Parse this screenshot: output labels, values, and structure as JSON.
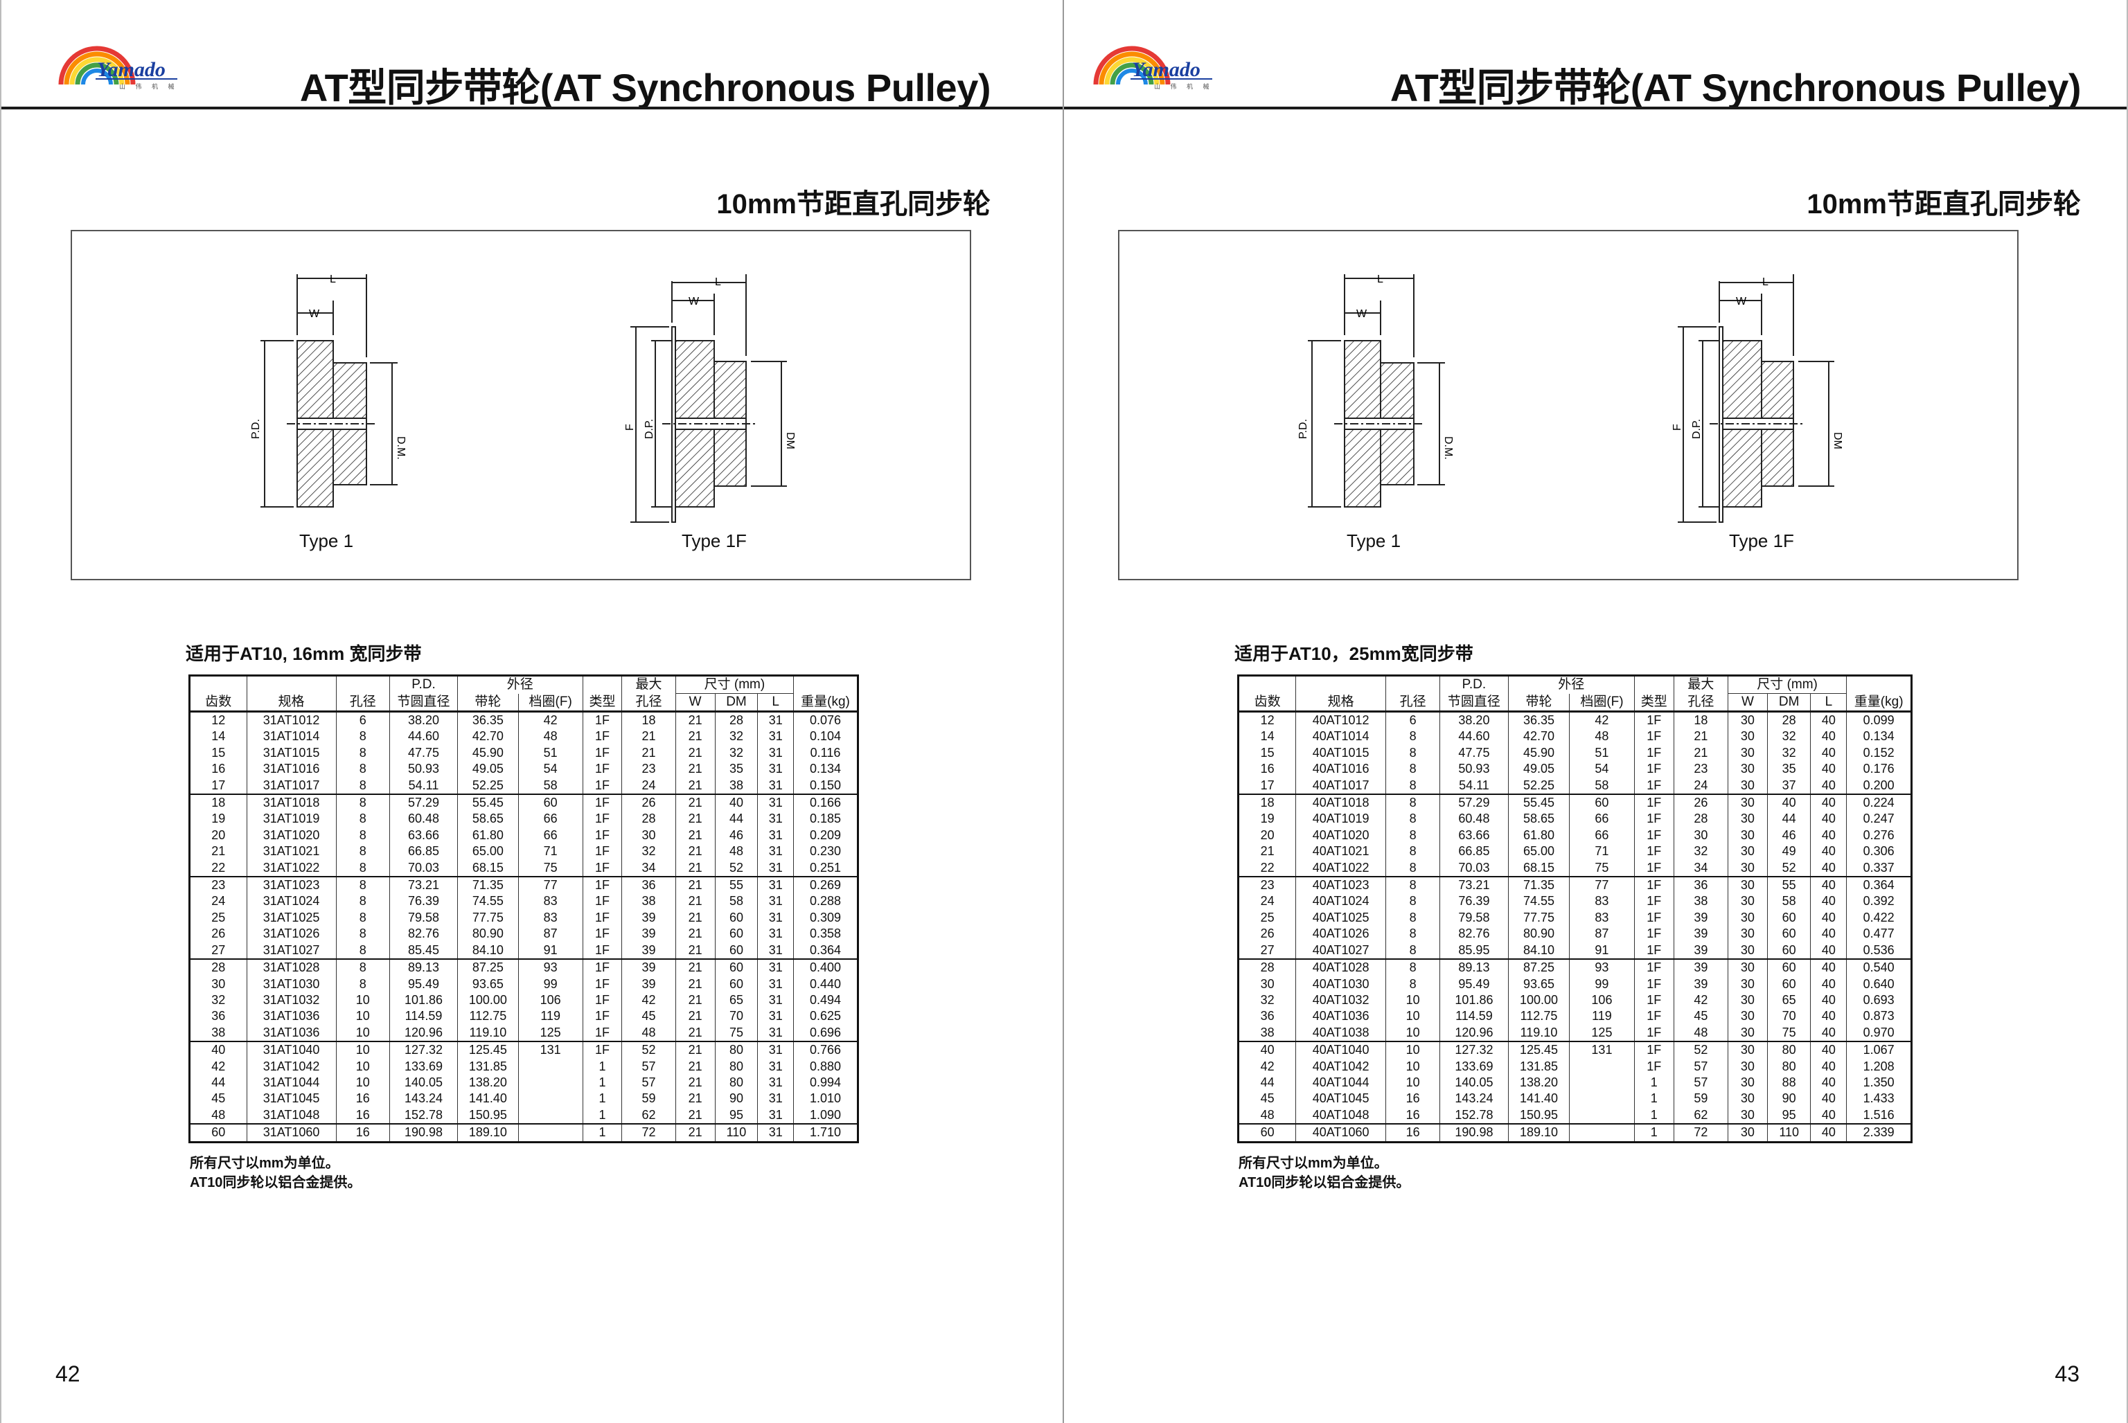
{
  "brand": {
    "name": "Yamado",
    "sub": "山 伟 机 械"
  },
  "pages": [
    {
      "number": "42",
      "title": "AT型同步带轮(AT Synchronous Pulley)",
      "subtitle": "10mm节距直孔同步轮",
      "diagram": {
        "type1": "Type 1",
        "type1f": "Type 1F",
        "dims": {
          "L": "L",
          "W": "W",
          "PD": "P.D.",
          "DM": "D.M.",
          "F": "F",
          "DP": "D.P.",
          "DM2": "DM"
        }
      },
      "table_title": "适用于AT10, 16mm 宽同步带",
      "headers": {
        "top": {
          "pd": "P.D.",
          "od": "外径",
          "max": "最大",
          "size": "尺寸 (mm)"
        },
        "bottom": {
          "teeth": "齿数",
          "model": "规格",
          "bore": "孔径",
          "pd": "节圆直径",
          "belt": "带轮",
          "flange": "档圈(F)",
          "type": "类型",
          "maxbore": "孔径",
          "w": "W",
          "dm": "DM",
          "l": "L",
          "weight": "重量(kg)"
        }
      },
      "rows": [
        [
          "12",
          "31AT1012",
          "6",
          "38.20",
          "36.35",
          "42",
          "1F",
          "18",
          "21",
          "28",
          "31",
          "0.076"
        ],
        [
          "14",
          "31AT1014",
          "8",
          "44.60",
          "42.70",
          "48",
          "1F",
          "21",
          "21",
          "32",
          "31",
          "0.104"
        ],
        [
          "15",
          "31AT1015",
          "8",
          "47.75",
          "45.90",
          "51",
          "1F",
          "21",
          "21",
          "32",
          "31",
          "0.116"
        ],
        [
          "16",
          "31AT1016",
          "8",
          "50.93",
          "49.05",
          "54",
          "1F",
          "23",
          "21",
          "35",
          "31",
          "0.134"
        ],
        [
          "17",
          "31AT1017",
          "8",
          "54.11",
          "52.25",
          "58",
          "1F",
          "24",
          "21",
          "38",
          "31",
          "0.150"
        ],
        [
          "18",
          "31AT1018",
          "8",
          "57.29",
          "55.45",
          "60",
          "1F",
          "26",
          "21",
          "40",
          "31",
          "0.166"
        ],
        [
          "19",
          "31AT1019",
          "8",
          "60.48",
          "58.65",
          "66",
          "1F",
          "28",
          "21",
          "44",
          "31",
          "0.185"
        ],
        [
          "20",
          "31AT1020",
          "8",
          "63.66",
          "61.80",
          "66",
          "1F",
          "30",
          "21",
          "46",
          "31",
          "0.209"
        ],
        [
          "21",
          "31AT1021",
          "8",
          "66.85",
          "65.00",
          "71",
          "1F",
          "32",
          "21",
          "48",
          "31",
          "0.230"
        ],
        [
          "22",
          "31AT1022",
          "8",
          "70.03",
          "68.15",
          "75",
          "1F",
          "34",
          "21",
          "52",
          "31",
          "0.251"
        ],
        [
          "23",
          "31AT1023",
          "8",
          "73.21",
          "71.35",
          "77",
          "1F",
          "36",
          "21",
          "55",
          "31",
          "0.269"
        ],
        [
          "24",
          "31AT1024",
          "8",
          "76.39",
          "74.55",
          "83",
          "1F",
          "38",
          "21",
          "58",
          "31",
          "0.288"
        ],
        [
          "25",
          "31AT1025",
          "8",
          "79.58",
          "77.75",
          "83",
          "1F",
          "39",
          "21",
          "60",
          "31",
          "0.309"
        ],
        [
          "26",
          "31AT1026",
          "8",
          "82.76",
          "80.90",
          "87",
          "1F",
          "39",
          "21",
          "60",
          "31",
          "0.358"
        ],
        [
          "27",
          "31AT1027",
          "8",
          "85.45",
          "84.10",
          "91",
          "1F",
          "39",
          "21",
          "60",
          "31",
          "0.364"
        ],
        [
          "28",
          "31AT1028",
          "8",
          "89.13",
          "87.25",
          "93",
          "1F",
          "39",
          "21",
          "60",
          "31",
          "0.400"
        ],
        [
          "30",
          "31AT1030",
          "8",
          "95.49",
          "93.65",
          "99",
          "1F",
          "39",
          "21",
          "60",
          "31",
          "0.440"
        ],
        [
          "32",
          "31AT1032",
          "10",
          "101.86",
          "100.00",
          "106",
          "1F",
          "42",
          "21",
          "65",
          "31",
          "0.494"
        ],
        [
          "36",
          "31AT1036",
          "10",
          "114.59",
          "112.75",
          "119",
          "1F",
          "45",
          "21",
          "70",
          "31",
          "0.625"
        ],
        [
          "38",
          "31AT1036",
          "10",
          "120.96",
          "119.10",
          "125",
          "1F",
          "48",
          "21",
          "75",
          "31",
          "0.696"
        ],
        [
          "40",
          "31AT1040",
          "10",
          "127.32",
          "125.45",
          "131",
          "1F",
          "52",
          "21",
          "80",
          "31",
          "0.766"
        ],
        [
          "42",
          "31AT1042",
          "10",
          "133.69",
          "131.85",
          "",
          "1",
          "57",
          "21",
          "80",
          "31",
          "0.880"
        ],
        [
          "44",
          "31AT1044",
          "10",
          "140.05",
          "138.20",
          "",
          "1",
          "57",
          "21",
          "80",
          "31",
          "0.994"
        ],
        [
          "45",
          "31AT1045",
          "16",
          "143.24",
          "141.40",
          "",
          "1",
          "59",
          "21",
          "90",
          "31",
          "1.010"
        ],
        [
          "48",
          "31AT1048",
          "16",
          "152.78",
          "150.95",
          "",
          "1",
          "62",
          "21",
          "95",
          "31",
          "1.090"
        ],
        [
          "60",
          "31AT1060",
          "16",
          "190.98",
          "189.10",
          "",
          "1",
          "72",
          "21",
          "110",
          "31",
          "1.710"
        ]
      ],
      "notes": [
        "所有尺寸以mm为单位。",
        "AT10同步轮以铝合金提供。"
      ]
    },
    {
      "number": "43",
      "title": "AT型同步带轮(AT Synchronous Pulley)",
      "subtitle": "10mm节距直孔同步轮",
      "diagram": {
        "type1": "Type 1",
        "type1f": "Type 1F",
        "dims": {
          "L": "L",
          "W": "W",
          "PD": "P.D.",
          "DM": "D.M.",
          "F": "F",
          "DP": "D.P.",
          "DM2": "DM"
        }
      },
      "table_title": "适用于AT10，25mm宽同步带",
      "headers": {
        "top": {
          "pd": "P.D.",
          "od": "外径",
          "max": "最大",
          "size": "尺寸 (mm)"
        },
        "bottom": {
          "teeth": "齿数",
          "model": "规格",
          "bore": "孔径",
          "pd": "节圆直径",
          "belt": "带轮",
          "flange": "档圈(F)",
          "type": "类型",
          "maxbore": "孔径",
          "w": "W",
          "dm": "DM",
          "l": "L",
          "weight": "重量(kg)"
        }
      },
      "rows": [
        [
          "12",
          "40AT1012",
          "6",
          "38.20",
          "36.35",
          "42",
          "1F",
          "18",
          "30",
          "28",
          "40",
          "0.099"
        ],
        [
          "14",
          "40AT1014",
          "8",
          "44.60",
          "42.70",
          "48",
          "1F",
          "21",
          "30",
          "32",
          "40",
          "0.134"
        ],
        [
          "15",
          "40AT1015",
          "8",
          "47.75",
          "45.90",
          "51",
          "1F",
          "21",
          "30",
          "32",
          "40",
          "0.152"
        ],
        [
          "16",
          "40AT1016",
          "8",
          "50.93",
          "49.05",
          "54",
          "1F",
          "23",
          "30",
          "35",
          "40",
          "0.176"
        ],
        [
          "17",
          "40AT1017",
          "8",
          "54.11",
          "52.25",
          "58",
          "1F",
          "24",
          "30",
          "37",
          "40",
          "0.200"
        ],
        [
          "18",
          "40AT1018",
          "8",
          "57.29",
          "55.45",
          "60",
          "1F",
          "26",
          "30",
          "40",
          "40",
          "0.224"
        ],
        [
          "19",
          "40AT1019",
          "8",
          "60.48",
          "58.65",
          "66",
          "1F",
          "28",
          "30",
          "44",
          "40",
          "0.247"
        ],
        [
          "20",
          "40AT1020",
          "8",
          "63.66",
          "61.80",
          "66",
          "1F",
          "30",
          "30",
          "46",
          "40",
          "0.276"
        ],
        [
          "21",
          "40AT1021",
          "8",
          "66.85",
          "65.00",
          "71",
          "1F",
          "32",
          "30",
          "49",
          "40",
          "0.306"
        ],
        [
          "22",
          "40AT1022",
          "8",
          "70.03",
          "68.15",
          "75",
          "1F",
          "34",
          "30",
          "52",
          "40",
          "0.337"
        ],
        [
          "23",
          "40AT1023",
          "8",
          "73.21",
          "71.35",
          "77",
          "1F",
          "36",
          "30",
          "55",
          "40",
          "0.364"
        ],
        [
          "24",
          "40AT1024",
          "8",
          "76.39",
          "74.55",
          "83",
          "1F",
          "38",
          "30",
          "58",
          "40",
          "0.392"
        ],
        [
          "25",
          "40AT1025",
          "8",
          "79.58",
          "77.75",
          "83",
          "1F",
          "39",
          "30",
          "60",
          "40",
          "0.422"
        ],
        [
          "26",
          "40AT1026",
          "8",
          "82.76",
          "80.90",
          "87",
          "1F",
          "39",
          "30",
          "60",
          "40",
          "0.477"
        ],
        [
          "27",
          "40AT1027",
          "8",
          "85.95",
          "84.10",
          "91",
          "1F",
          "39",
          "30",
          "60",
          "40",
          "0.536"
        ],
        [
          "28",
          "40AT1028",
          "8",
          "89.13",
          "87.25",
          "93",
          "1F",
          "39",
          "30",
          "60",
          "40",
          "0.540"
        ],
        [
          "30",
          "40AT1030",
          "8",
          "95.49",
          "93.65",
          "99",
          "1F",
          "39",
          "30",
          "60",
          "40",
          "0.640"
        ],
        [
          "32",
          "40AT1032",
          "10",
          "101.86",
          "100.00",
          "106",
          "1F",
          "42",
          "30",
          "65",
          "40",
          "0.693"
        ],
        [
          "36",
          "40AT1036",
          "10",
          "114.59",
          "112.75",
          "119",
          "1F",
          "45",
          "30",
          "70",
          "40",
          "0.873"
        ],
        [
          "38",
          "40AT1038",
          "10",
          "120.96",
          "119.10",
          "125",
          "1F",
          "48",
          "30",
          "75",
          "40",
          "0.970"
        ],
        [
          "40",
          "40AT1040",
          "10",
          "127.32",
          "125.45",
          "131",
          "1F",
          "52",
          "30",
          "80",
          "40",
          "1.067"
        ],
        [
          "42",
          "40AT1042",
          "10",
          "133.69",
          "131.85",
          "",
          "1F",
          "57",
          "30",
          "80",
          "40",
          "1.208"
        ],
        [
          "44",
          "40AT1044",
          "10",
          "140.05",
          "138.20",
          "",
          "1",
          "57",
          "30",
          "88",
          "40",
          "1.350"
        ],
        [
          "45",
          "40AT1045",
          "16",
          "143.24",
          "141.40",
          "",
          "1",
          "59",
          "30",
          "90",
          "40",
          "1.433"
        ],
        [
          "48",
          "40AT1048",
          "16",
          "152.78",
          "150.95",
          "",
          "1",
          "62",
          "30",
          "95",
          "40",
          "1.516"
        ],
        [
          "60",
          "40AT1060",
          "16",
          "190.98",
          "189.10",
          "",
          "1",
          "72",
          "30",
          "110",
          "40",
          "2.339"
        ]
      ],
      "notes": [
        "所有尺寸以mm为单位。",
        "AT10同步轮以铝合金提供。"
      ]
    }
  ]
}
